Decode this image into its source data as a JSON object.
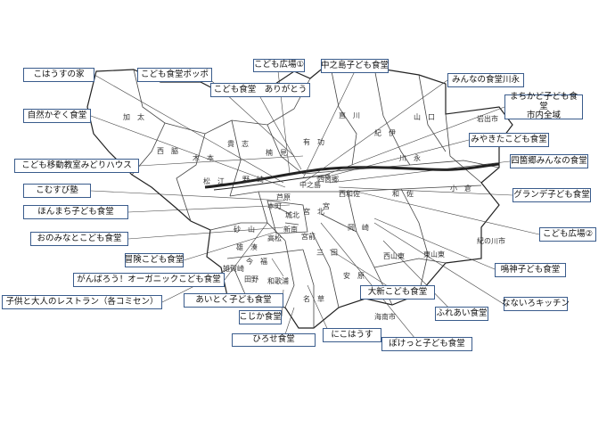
{
  "labels": [
    {
      "id": "l1",
      "text": "こはうすの家"
    },
    {
      "id": "l2",
      "text": "自然かぞく食堂"
    },
    {
      "id": "l3",
      "text": "こども移動教室みどりハウス"
    },
    {
      "id": "l4",
      "text": "こむすび塾"
    },
    {
      "id": "l5",
      "text": "ほんまち子ども食堂"
    },
    {
      "id": "l6",
      "text": "おのみなとこども食堂"
    },
    {
      "id": "l7",
      "text": "冒険こども食堂"
    },
    {
      "id": "l8",
      "text": "がんばろう！オーガニックこども食堂"
    },
    {
      "id": "l9",
      "text": "子供と大人のレストラン（各コミセン）"
    },
    {
      "id": "l10",
      "text": "あいとく子ども食堂"
    },
    {
      "id": "l11",
      "text": "こじか食堂"
    },
    {
      "id": "l12",
      "text": "ひろせ食堂"
    },
    {
      "id": "l13",
      "text": "にこはうす"
    },
    {
      "id": "l14",
      "text": "ぽけっと子ども食堂"
    },
    {
      "id": "l15",
      "text": "大新こども食堂"
    },
    {
      "id": "l16",
      "text": "ふれあい食堂"
    },
    {
      "id": "l17",
      "text": "なないろキッチン"
    },
    {
      "id": "l18",
      "text": "鳴神子ども食堂"
    },
    {
      "id": "l19",
      "text": "こども広場②"
    },
    {
      "id": "l20",
      "text": "グランデ子ども食堂"
    },
    {
      "id": "l21",
      "text": "四箇郷みんなの食堂"
    },
    {
      "id": "l22",
      "text": "みやきたこども食堂"
    },
    {
      "id": "l23",
      "lines": [
        "まちかど子ども食堂",
        "市内全域"
      ]
    },
    {
      "id": "l24",
      "text": "みんなの食堂川永"
    },
    {
      "id": "l25",
      "text": "中之島子ども食堂"
    },
    {
      "id": "l26",
      "text": "こども広場①"
    },
    {
      "id": "l27",
      "text": "こども食堂ポッポ"
    },
    {
      "id": "l28",
      "text": "こども食堂　ありがとう"
    }
  ],
  "districts": [
    {
      "id": "d1",
      "text": "加　太"
    },
    {
      "id": "d2",
      "text": "西　脇"
    },
    {
      "id": "d3",
      "text": "木　本"
    },
    {
      "id": "d4",
      "text": "貴　志"
    },
    {
      "id": "d5",
      "text": "楠　見"
    },
    {
      "id": "d6",
      "text": "松　江"
    },
    {
      "id": "d7",
      "text": "野　崎"
    },
    {
      "id": "d8",
      "text": "有　功"
    },
    {
      "id": "d9",
      "text": "直　川"
    },
    {
      "id": "d10",
      "text": "紀　伊"
    },
    {
      "id": "d11",
      "text": "山　口"
    },
    {
      "id": "d12",
      "text": "川　永"
    },
    {
      "id": "d13",
      "text": "四箇郷"
    },
    {
      "id": "d14",
      "text": "西和佐"
    },
    {
      "id": "d15",
      "text": "和　佐"
    },
    {
      "id": "d16",
      "text": "小　倉"
    },
    {
      "id": "d17",
      "text": "宮"
    },
    {
      "id": "d18",
      "text": "岡　崎"
    },
    {
      "id": "d19",
      "text": "砂　山"
    },
    {
      "id": "d20",
      "text": "三　田"
    },
    {
      "id": "d21",
      "text": "西山東"
    },
    {
      "id": "d22",
      "text": "東山東"
    },
    {
      "id": "d23",
      "text": "安　原"
    },
    {
      "id": "d24",
      "text": "雄　湊"
    },
    {
      "id": "d25",
      "text": "今　福"
    },
    {
      "id": "d26",
      "text": "名　草"
    },
    {
      "id": "d27",
      "text": "和歌浦"
    },
    {
      "id": "d28",
      "text": "中之島"
    },
    {
      "id": "d29",
      "text": "宮　北"
    },
    {
      "id": "d30",
      "text": "芦原"
    },
    {
      "id": "d31",
      "text": "本町"
    },
    {
      "id": "d32",
      "text": "城北"
    },
    {
      "id": "d33",
      "text": "新南"
    },
    {
      "id": "d34",
      "text": "高松"
    },
    {
      "id": "d35",
      "text": "宮前"
    },
    {
      "id": "d36",
      "text": "田野"
    },
    {
      "id": "d37",
      "text": "雑賀崎"
    }
  ],
  "cities": [
    {
      "id": "c1",
      "text": "岩出市"
    },
    {
      "id": "c2",
      "text": "紀の川市"
    },
    {
      "id": "c3",
      "text": "海南市"
    }
  ]
}
